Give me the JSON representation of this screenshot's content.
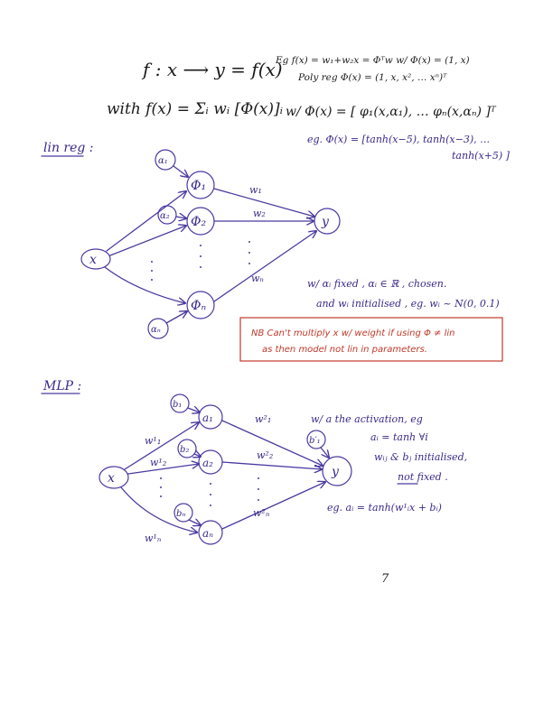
{
  "header": {
    "main_eq": "f : x ⟶ y = f(x)",
    "with_eq": "with  f(x) = Σᵢ wᵢ [Φ(x)]ᵢ",
    "eg_line1": "Eg  f(x) = w₁+w₂x = Φᵀw  w/ Φ(x) = (1, x)",
    "eg_line2": "Poly reg  Φ(x) = (1, x, x², … xⁿ)ᵀ",
    "wphi": "w/  Φ(x) = [ φ₁(x,α₁), … φₙ(x,αₙ) ]ᵀ",
    "eg_tanh1": "eg.  Φ(x) = [tanh(x−5), tanh(x−3), …",
    "eg_tanh2": "tanh(x+5) ]"
  },
  "lin_reg": {
    "heading": "lin reg :",
    "input_node": "x",
    "output_node": "y",
    "phi_nodes": [
      "Φ₁",
      "Φ₂",
      "Φₙ"
    ],
    "alpha_labels": [
      "α₁",
      "α₂",
      "αₙ"
    ],
    "weight_labels": [
      "w₁",
      "w₂",
      "wₙ"
    ],
    "note1": "w/  αᵢ fixed , αᵢ ∈ ℝ , chosen.",
    "note2": "and  wᵢ initialised , eg. wᵢ ~ N(0, 0.1)",
    "nb_line1": "NB  Can't multiply x w/ weight if using Φ ≠ lin",
    "nb_line2": "as then model not lin in parameters."
  },
  "mlp": {
    "heading": "MLP :",
    "input_node": "x",
    "output_node": "y",
    "hidden_nodes": [
      "a₁",
      "a₂",
      "aₙ"
    ],
    "bias_labels": [
      "b₁",
      "b₂",
      "bₙ"
    ],
    "output_bias": "b′₁",
    "in_weights": [
      "w¹₁",
      "w¹₂",
      "w¹ₙ"
    ],
    "out_weights": [
      "w²₁",
      "w²₂",
      "w²ₙ"
    ],
    "note1": "w/  a the activation, eg",
    "note2": "aᵢ = tanh  ∀i",
    "note3": "wᵢⱼ & bⱼ initialised,",
    "note4": "not fixed .",
    "note5": "eg.  aᵢ = tanh(w¹ᵢx + bᵢ)"
  },
  "footer": {
    "page_number": "7"
  }
}
